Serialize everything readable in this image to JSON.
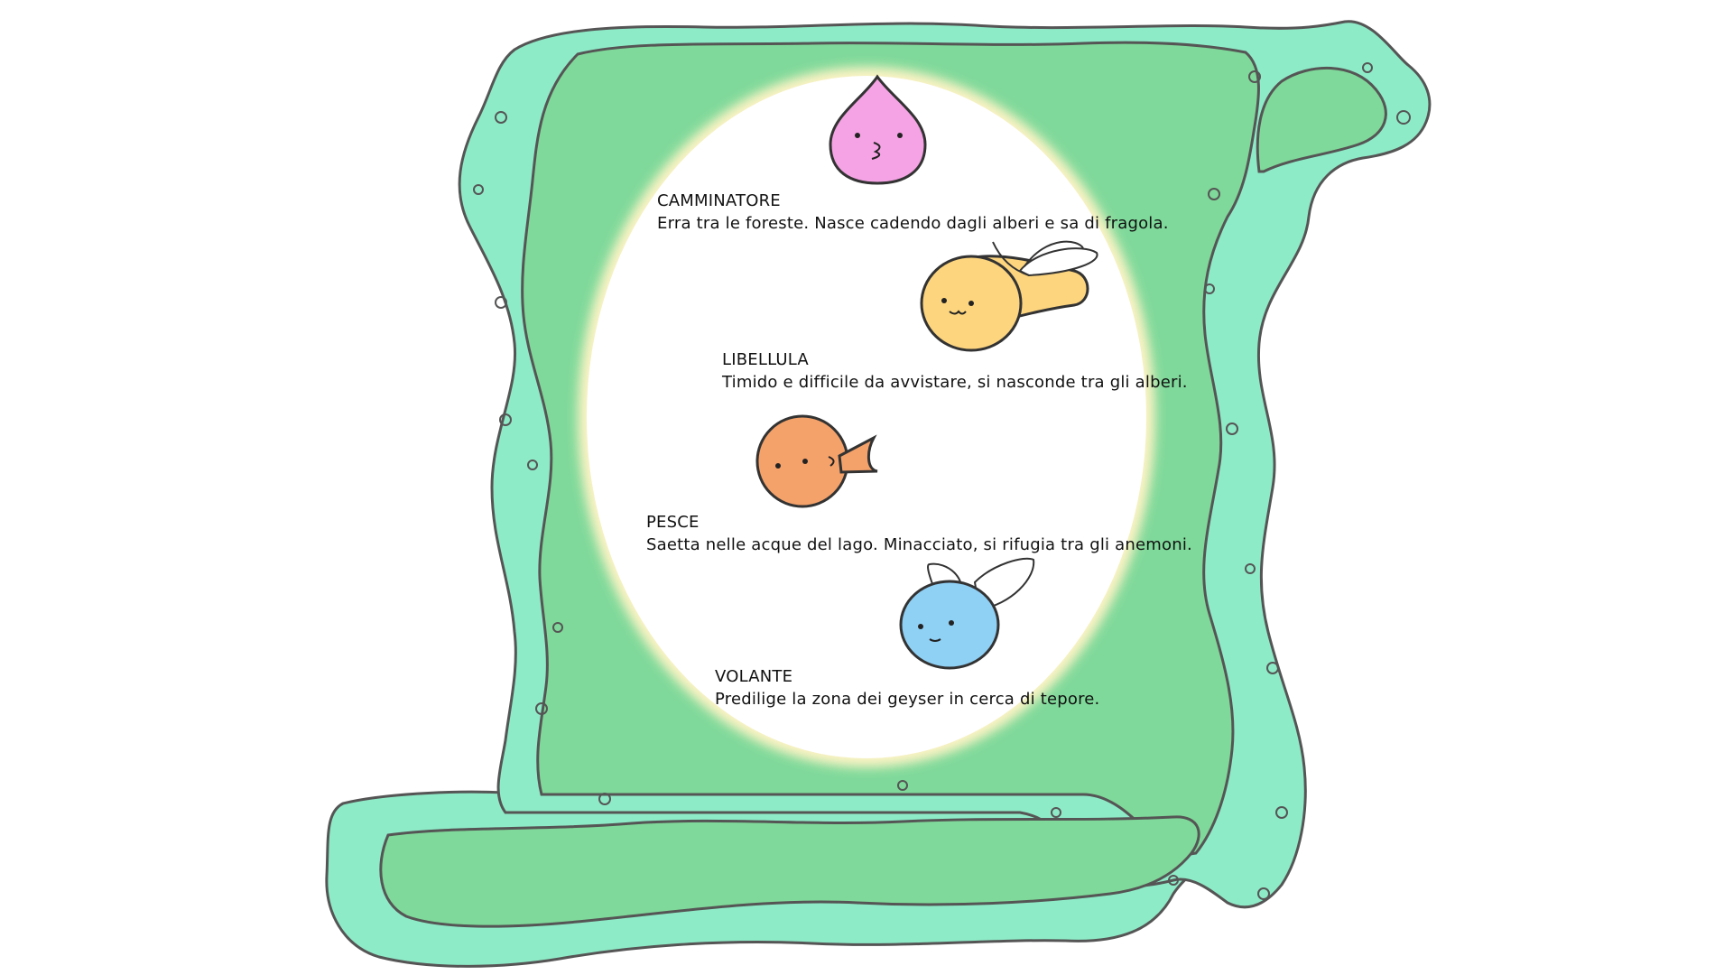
{
  "bestiary": {
    "entries": [
      {
        "name": "CAMMINATORE",
        "description": "Erra tra le foreste. Nasce cadendo dagli alberi e sa di fragola.",
        "icon": "pink-drop-creature-icon",
        "color": "#f5a3e4"
      },
      {
        "name": "LIBELLULA",
        "description": "Timido e difficile da avvistare, si nasconde tra gli alberi.",
        "icon": "yellow-dragonfly-creature-icon",
        "color": "#fdd57e"
      },
      {
        "name": "PESCE",
        "description": "Saetta nelle acque del lago. Minacciato, si rifugia tra gli anemoni.",
        "icon": "orange-fish-creature-icon",
        "color": "#f5a26a"
      },
      {
        "name": "VOLANTE",
        "description": "Predilige la zona dei geyser in cerca di tepore.",
        "icon": "blue-winged-creature-icon",
        "color": "#8fd0f5"
      }
    ]
  },
  "colors": {
    "scroll_border": "#8eebc8",
    "scroll_fill": "#7fd99a",
    "outline": "#555555",
    "parchment": "#ffffff",
    "parchment_glow": "#fbf3c4"
  }
}
